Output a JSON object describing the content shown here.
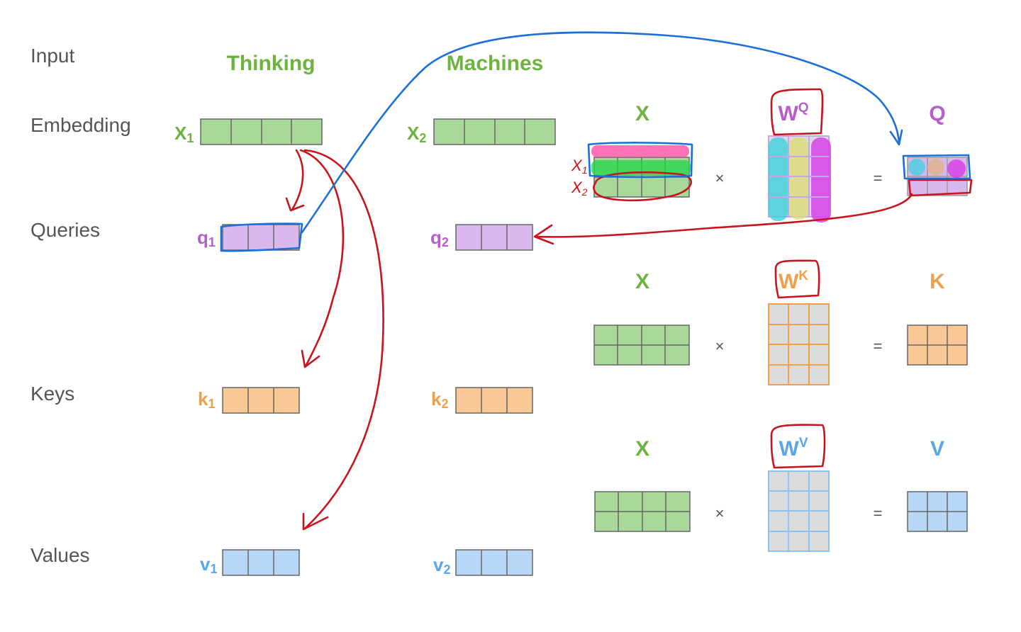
{
  "rows": {
    "input": "Input",
    "embedding": "Embedding",
    "queries": "Queries",
    "keys": "Keys",
    "values": "Values"
  },
  "words": {
    "w1": "Thinking",
    "w2": "Machines"
  },
  "vectors": {
    "x1": {
      "base": "X",
      "sub": "1"
    },
    "x2": {
      "base": "X",
      "sub": "2"
    },
    "q1": {
      "base": "q",
      "sub": "1"
    },
    "q2": {
      "base": "q",
      "sub": "2"
    },
    "k1": {
      "base": "k",
      "sub": "1"
    },
    "k2": {
      "base": "k",
      "sub": "2"
    },
    "v1": {
      "base": "v",
      "sub": "1"
    },
    "v2": {
      "base": "v",
      "sub": "2"
    }
  },
  "matrices": {
    "x": "X",
    "wq": {
      "base": "W",
      "sup": "Q"
    },
    "wk": {
      "base": "W",
      "sup": "K"
    },
    "wv": {
      "base": "W",
      "sup": "V"
    },
    "q": "Q",
    "k": "K",
    "v": "V"
  },
  "ops": {
    "times": "×",
    "equals": "="
  },
  "annotations": {
    "x1": "X",
    "x1_sub": "1",
    "x2": "X",
    "x2_sub": "2"
  },
  "colors": {
    "green": "#6db33f",
    "green_fill": "#a9d99a",
    "purple": "#b560c9",
    "purple_fill": "#d9b8ee",
    "orange": "#f0a04a",
    "orange_fill": "#f8c896",
    "blue": "#5aa6e8",
    "blue_fill": "#b8d6f5",
    "gray_fill": "#dcdcdc",
    "red_ink": "#c8141e",
    "blue_ink": "#1a6fd8",
    "label_gray": "#555555"
  }
}
